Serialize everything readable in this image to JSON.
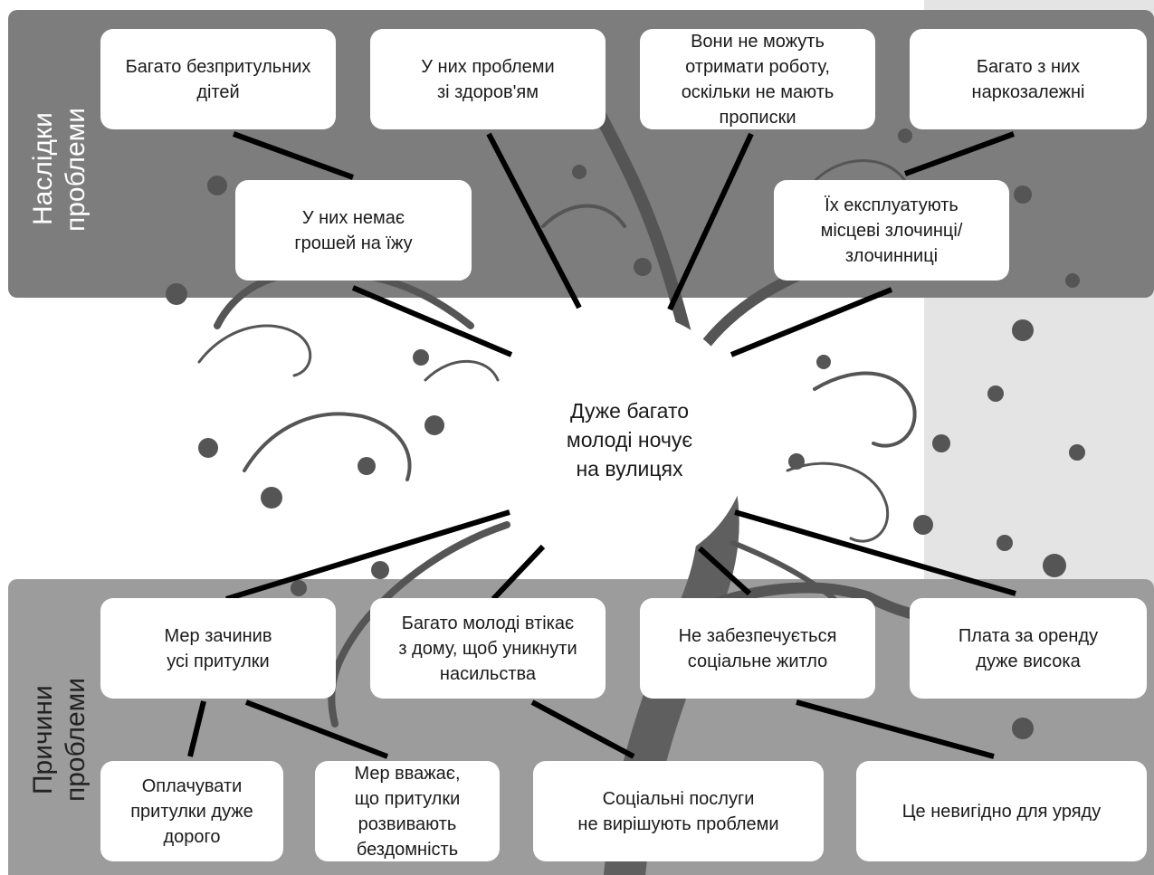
{
  "colors": {
    "top_band": "#7d7d7d",
    "bottom_band": "#9c9c9c",
    "side_strip": "#e4e4e4",
    "tree": "#555555",
    "connector": "#000000"
  },
  "top_band": {
    "label_line1": "Наслідки",
    "label_line2": "проблеми"
  },
  "bottom_band": {
    "label_line1": "Причини",
    "label_line2": "проблеми"
  },
  "center": {
    "text": "Дуже багато\nмолоді ночує\nна вулицях"
  },
  "consequences": [
    "Багато безпритульних\nдітей",
    "У них проблеми\nзі здоров'ям",
    "Вони не можуть\nотримати роботу,\nоскільки не мають\nпрописки",
    "Багато з них\nнаркозалежні",
    "У них немає\nгрошей на їжу",
    "Їх експлуатують\nмісцеві злочинці/\nзлочинниці"
  ],
  "causes": [
    "Мер зачинив\nусі притулки",
    "Багато молоді втікає\nз дому, щоб уникнути\nнасильства",
    "Не забезпечується\nсоціальне житло",
    "Плата за оренду\nдуже висока"
  ],
  "sub_causes": [
    "Оплачувати\nпритулки дуже\nдорого",
    "Мер вважає,\nщо притулки\nрозвивають\nбездомність",
    "Соціальні послуги\nне вирішують проблеми",
    "Це невигідно для уряду"
  ]
}
